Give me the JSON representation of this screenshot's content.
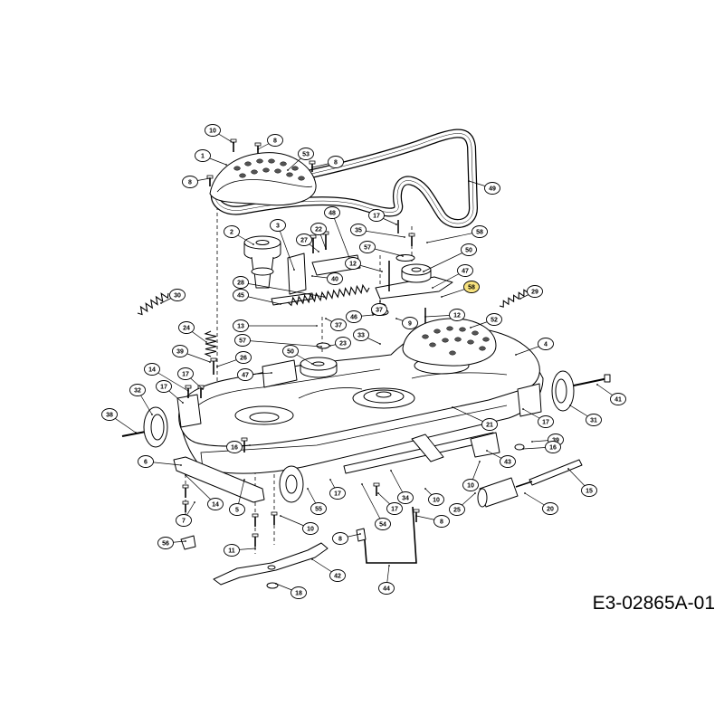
{
  "diagram": {
    "drawing_number": "E3-02865A-01",
    "callouts": [
      {
        "label": "10"
      },
      {
        "label": "8"
      },
      {
        "label": "53"
      },
      {
        "label": "1"
      },
      {
        "label": "8"
      },
      {
        "label": "8"
      },
      {
        "label": "49"
      },
      {
        "label": "48"
      },
      {
        "label": "17"
      },
      {
        "label": "3"
      },
      {
        "label": "22"
      },
      {
        "label": "35"
      },
      {
        "label": "58"
      },
      {
        "label": "2"
      },
      {
        "label": "27"
      },
      {
        "label": "57"
      },
      {
        "label": "50"
      },
      {
        "label": "12"
      },
      {
        "label": "47"
      },
      {
        "label": "40"
      },
      {
        "label": "28"
      },
      {
        "label": "58",
        "highlighted": true
      },
      {
        "label": "29"
      },
      {
        "label": "30"
      },
      {
        "label": "45"
      },
      {
        "label": "37"
      },
      {
        "label": "46"
      },
      {
        "label": "12"
      },
      {
        "label": "52"
      },
      {
        "label": "13"
      },
      {
        "label": "37"
      },
      {
        "label": "9"
      },
      {
        "label": "24"
      },
      {
        "label": "57"
      },
      {
        "label": "23"
      },
      {
        "label": "33"
      },
      {
        "label": "4"
      },
      {
        "label": "39"
      },
      {
        "label": "50"
      },
      {
        "label": "26"
      },
      {
        "label": "14"
      },
      {
        "label": "17"
      },
      {
        "label": "47"
      },
      {
        "label": "17"
      },
      {
        "label": "32"
      },
      {
        "label": "41"
      },
      {
        "label": "38"
      },
      {
        "label": "17"
      },
      {
        "label": "21"
      },
      {
        "label": "31"
      },
      {
        "label": "39"
      },
      {
        "label": "16"
      },
      {
        "label": "16"
      },
      {
        "label": "6"
      },
      {
        "label": "43"
      },
      {
        "label": "10"
      },
      {
        "label": "15"
      },
      {
        "label": "17"
      },
      {
        "label": "34"
      },
      {
        "label": "10"
      },
      {
        "label": "14"
      },
      {
        "label": "5"
      },
      {
        "label": "55"
      },
      {
        "label": "17"
      },
      {
        "label": "20"
      },
      {
        "label": "25"
      },
      {
        "label": "7"
      },
      {
        "label": "8"
      },
      {
        "label": "54"
      },
      {
        "label": "10"
      },
      {
        "label": "8"
      },
      {
        "label": "56"
      },
      {
        "label": "11"
      },
      {
        "label": "42"
      },
      {
        "label": "44"
      },
      {
        "label": "18"
      }
    ]
  },
  "colors": {
    "line": "#000000",
    "background": "#ffffff",
    "highlight": "#f7e27e"
  }
}
